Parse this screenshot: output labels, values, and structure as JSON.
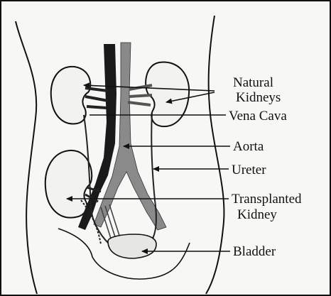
{
  "labels": {
    "natural_kidneys_line1": "Natural",
    "natural_kidneys_line2": "Kidneys",
    "vena_cava": "Vena Cava",
    "aorta": "Aorta",
    "ureter": "Ureter",
    "transplanted_kidney_line1": "Transplanted",
    "transplanted_kidney_line2": "Kidney",
    "bladder": "Bladder"
  }
}
